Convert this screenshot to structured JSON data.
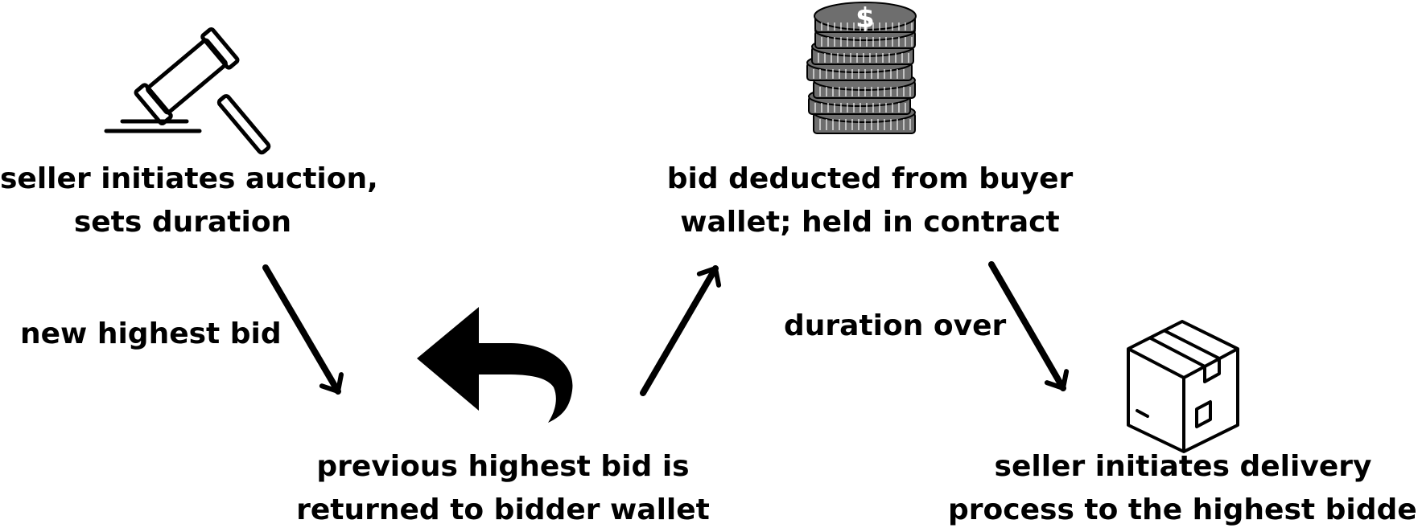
{
  "nodes": {
    "seller_initiates": {
      "line1": "seller initiates auction,",
      "line2": "sets duration",
      "icon": "gavel-icon"
    },
    "bid_deducted": {
      "line1": "bid deducted from buyer",
      "line2": "wallet; held in contract",
      "icon": "coin-stack-icon"
    },
    "previous_returned": {
      "line1": "previous highest bid is",
      "line2": "returned to bidder wallet",
      "icon": "return-arrow-icon"
    },
    "delivery": {
      "line1": "seller initiates delivery",
      "line2": "process to the highest bidder",
      "icon": "package-box-icon"
    }
  },
  "edges": {
    "new_highest_bid": "new highest bid",
    "duration_over": "duration over"
  },
  "coin_symbol": "$",
  "colors": {
    "ink": "#000000",
    "coin": "#6e6e6e",
    "background": "#ffffff"
  }
}
